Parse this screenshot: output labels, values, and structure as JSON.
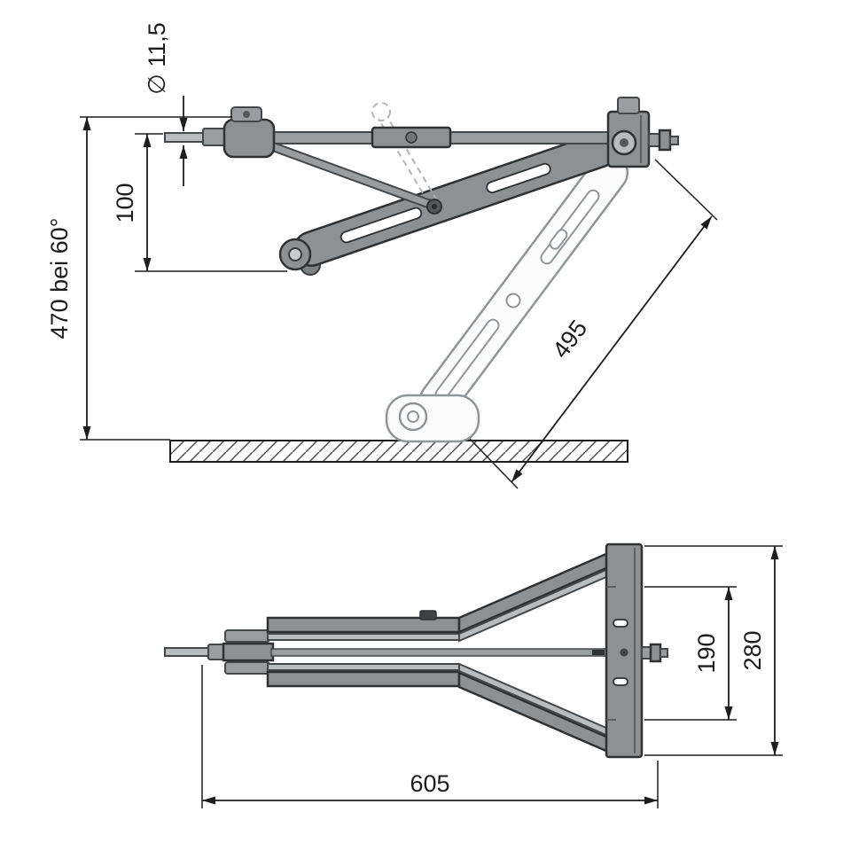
{
  "drawing": {
    "colors": {
      "background": "#ffffff",
      "line": "#1d1d1f",
      "metal": "#8e9193",
      "metal_light": "#b9bcbe",
      "outline": "#2f3133"
    },
    "side_view": {
      "dim_diameter": "∅ 11,5",
      "dim_crank_height": "100",
      "dim_total_height": "470 bei 60°",
      "dim_arm_length": "495"
    },
    "top_view": {
      "dim_hole_spacing": "190",
      "dim_plate_length": "280",
      "dim_total_length": "605"
    }
  }
}
